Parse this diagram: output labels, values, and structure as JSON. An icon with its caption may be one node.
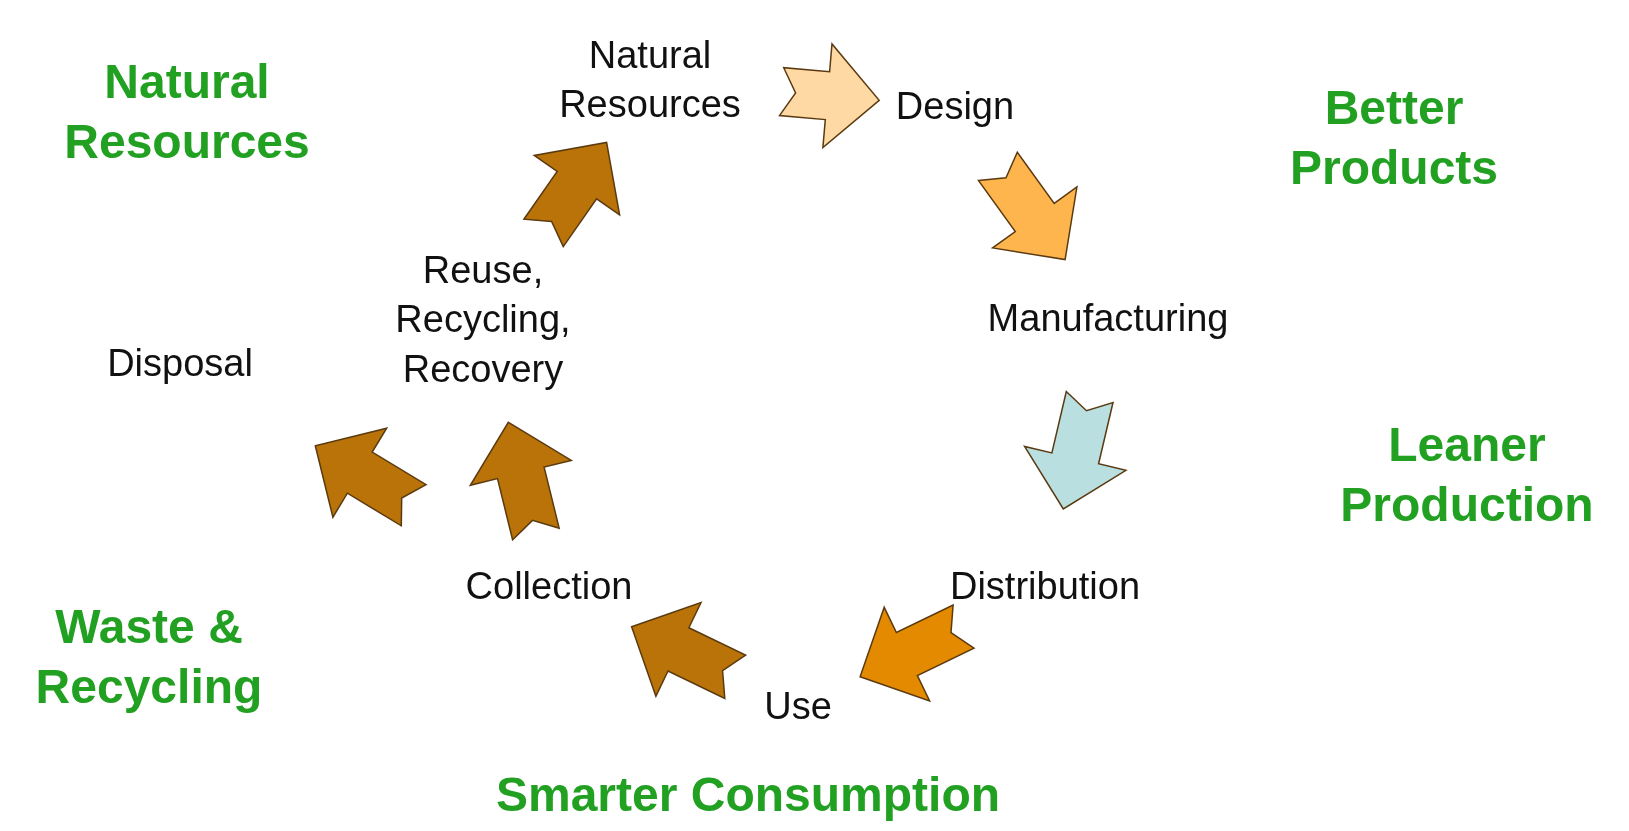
{
  "diagram": {
    "nodes": [
      {
        "text": [
          "Natural Resources"
        ]
      },
      {
        "text": [
          "Design"
        ]
      },
      {
        "text": [
          "Manufacturing"
        ]
      },
      {
        "text": [
          "Distribution"
        ]
      },
      {
        "text": [
          "Use"
        ]
      },
      {
        "text": [
          "Collection"
        ]
      },
      {
        "text": [
          "Reuse, Recycling, Recovery"
        ]
      },
      {
        "text": [
          "Disposal"
        ]
      }
    ],
    "edges": [
      {
        "from": 0,
        "to": 1,
        "arrow": "to",
        "color": "#ffd9a3"
      },
      {
        "from": 1,
        "to": 2,
        "arrow": "to",
        "color": "#ffb54d"
      },
      {
        "from": 2,
        "to": 3,
        "arrow": "to",
        "color": "#b9dfe1"
      },
      {
        "from": 3,
        "to": 4,
        "arrow": "to",
        "color": "#e38a00"
      },
      {
        "from": 4,
        "to": 5,
        "arrow": "to"
      },
      {
        "from": 5,
        "to": 7,
        "arrow": "to"
      },
      {
        "from": 5,
        "to": 6,
        "arrow": "to"
      },
      {
        "from": 6,
        "to": 0,
        "arrow": "to"
      }
    ],
    "labels": [
      "Natural Resources",
      "Better Products",
      "Leaner Production",
      "Waste & Recycling",
      "Smarter Consumption"
    ]
  }
}
